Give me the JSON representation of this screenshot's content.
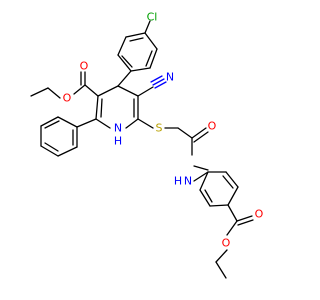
{
  "molecule": {
    "labels": {
      "cl": "Cl",
      "n_nitrile": "N",
      "o_ester1_carbonyl": "O",
      "o_ester1_ether": "O",
      "nh_ring": "H",
      "nh_ring_n": "N",
      "s": "S",
      "o_amide": "O",
      "nh_amide": "H",
      "nh_amide_n": "N",
      "o_ester2_carbonyl": "O",
      "o_ester2_ether": "O"
    },
    "colors": {
      "carbon_bond": "#000000",
      "oxygen": "#ff0000",
      "nitrogen": "#0000ff",
      "sulfur": "#b8a000",
      "chlorine": "#00a000",
      "hydrogen_on_nitrogen": "#0000ff"
    }
  }
}
